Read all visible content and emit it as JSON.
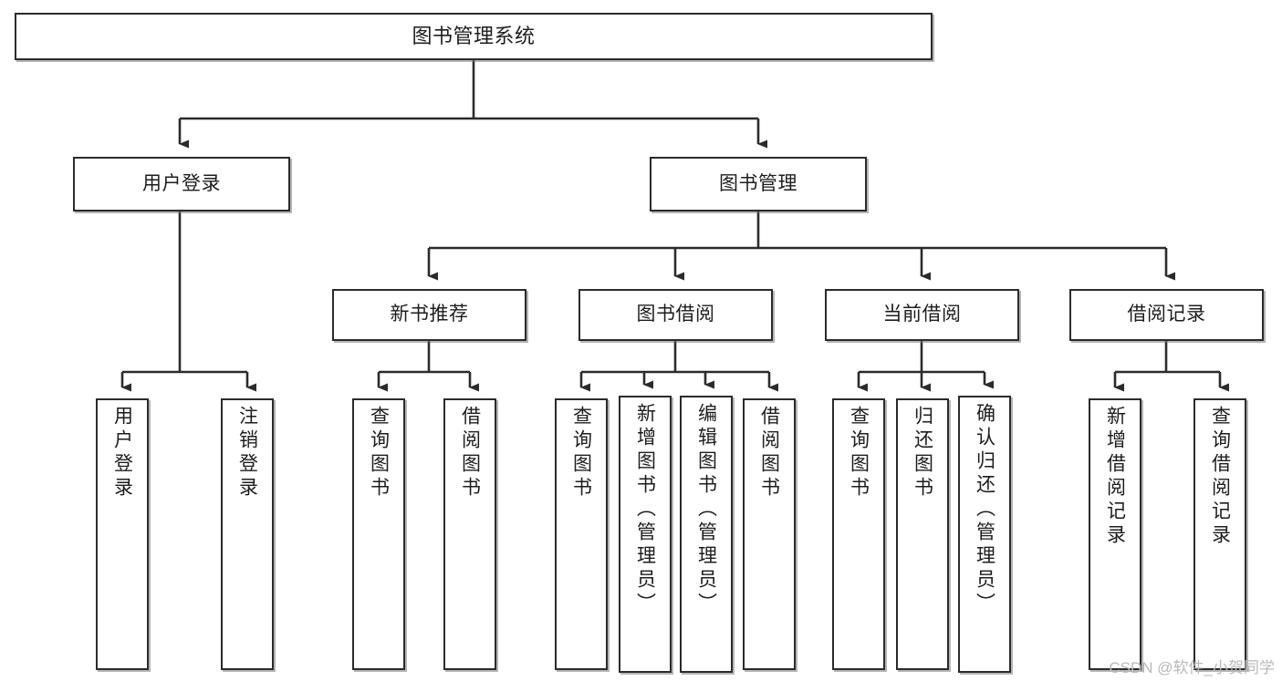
{
  "diagram": {
    "title": "图书管理系统",
    "type": "tree",
    "root": {
      "id": "root",
      "label": "图书管理系统"
    },
    "level1": [
      {
        "id": "user-login",
        "label": "用户登录"
      },
      {
        "id": "book-manage",
        "label": "图书管理"
      }
    ],
    "level2": [
      {
        "id": "new-book-rec",
        "label": "新书推荐",
        "parent": "book-manage"
      },
      {
        "id": "book-borrow",
        "label": "图书借阅",
        "parent": "book-manage"
      },
      {
        "id": "current-borrow",
        "label": "当前借阅",
        "parent": "book-manage"
      },
      {
        "id": "borrow-record",
        "label": "借阅记录",
        "parent": "book-manage"
      }
    ],
    "leaves": [
      {
        "id": "leaf-user-login",
        "label": "用户登录",
        "parent": "user-login"
      },
      {
        "id": "leaf-logout",
        "label": "注销登录",
        "parent": "user-login"
      },
      {
        "id": "leaf-query-book-1",
        "label": "查询图书",
        "parent": "new-book-rec"
      },
      {
        "id": "leaf-borrow-book-1",
        "label": "借阅图书",
        "parent": "new-book-rec"
      },
      {
        "id": "leaf-query-book-2",
        "label": "查询图书",
        "parent": "book-borrow"
      },
      {
        "id": "leaf-add-book",
        "label": "新增图书（管理员）",
        "parent": "book-borrow"
      },
      {
        "id": "leaf-edit-book",
        "label": "编辑图书（管理员）",
        "parent": "book-borrow"
      },
      {
        "id": "leaf-borrow-book-2",
        "label": "借阅图书",
        "parent": "book-borrow"
      },
      {
        "id": "leaf-query-book-3",
        "label": "查询图书",
        "parent": "current-borrow"
      },
      {
        "id": "leaf-return-book",
        "label": "归还图书",
        "parent": "current-borrow"
      },
      {
        "id": "leaf-confirm-return",
        "label": "确认归还（管理员）",
        "parent": "current-borrow"
      },
      {
        "id": "leaf-add-record",
        "label": "新增借阅记录",
        "parent": "borrow-record"
      },
      {
        "id": "leaf-query-record",
        "label": "查询借阅记录",
        "parent": "borrow-record"
      }
    ]
  },
  "watermark": "CSDN @软件_小贺同学",
  "colors": {
    "background": "#ffffff",
    "node_fill": "#ffffff",
    "node_border": "#2b2b2b",
    "text": "#1d1d1d",
    "watermark": "#b9b9b9"
  }
}
